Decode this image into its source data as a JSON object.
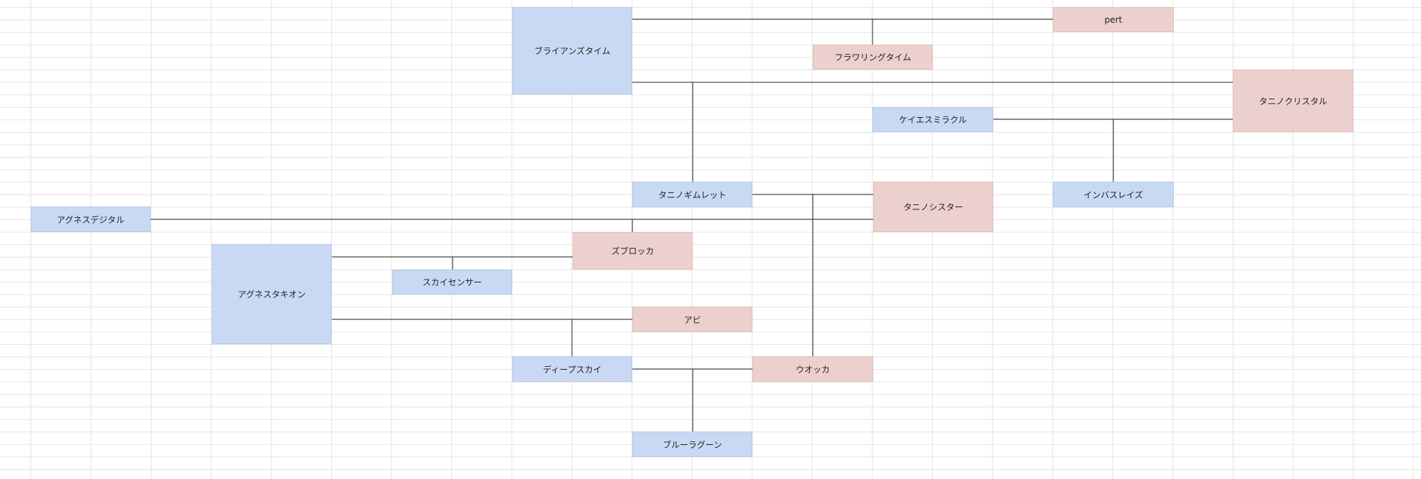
{
  "colors": {
    "male": "#c9d9f3",
    "female": "#ecd0ce",
    "line": "#222222",
    "grid": "#e3e3e3"
  },
  "nodes": {
    "brians_time": "ブライアンズタイム",
    "pert": "pert",
    "flowering_time": "フラワリングタイム",
    "tanino_crystal": "タニノクリスタル",
    "kei_s_miracle": "ケイエスミラクル",
    "tanino_gimlet": "タニノギムレット",
    "tanino_sister": "タニノシスター",
    "inver_blaze": "インバスレイズ",
    "agnes_digital": "アグネスデジタル",
    "zubrowka": "ズブロッカ",
    "agnes_tachyon": "アグネスタキオン",
    "sky_sensor": "スカイセンサー",
    "abi": "アビ",
    "deep_sky": "ディープスカイ",
    "vodka": "ウオッカ",
    "blue_lagoon": "ブルーラグーン"
  }
}
